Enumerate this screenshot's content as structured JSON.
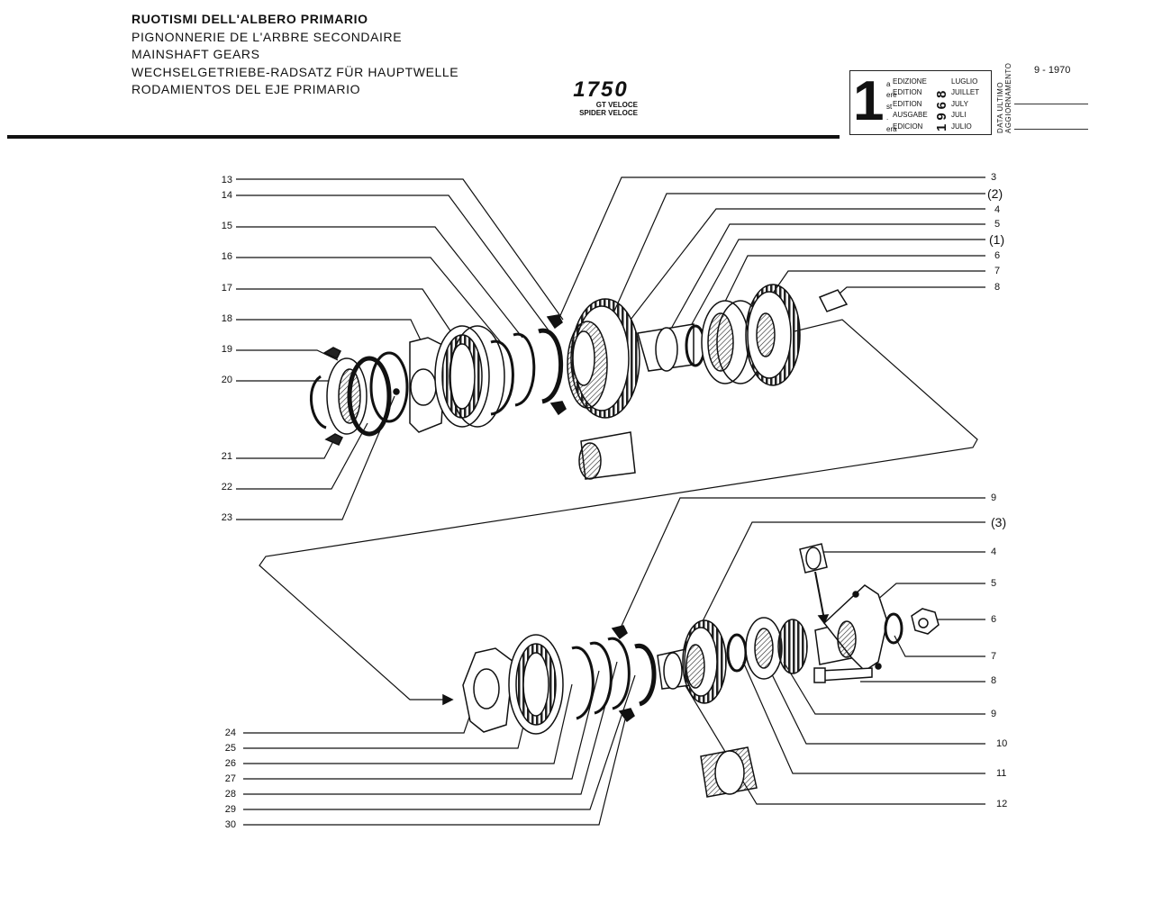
{
  "header": {
    "titles": [
      "RUOTISMI DELL'ALBERO  PRIMARIO",
      "PIGNONNERIE DE L'ARBRE SECONDAIRE",
      "MAINSHAFT GEARS",
      "WECHSELGETRIEBE-RADSATZ FÜR HAUPTWELLE",
      "RODAMIENTOS DEL EJE PRIMARIO"
    ],
    "model": "1750",
    "model_variants": [
      "GT VELOCE",
      "SPIDER VELOCE"
    ]
  },
  "edition_box": {
    "big_number": "1",
    "suffixes": [
      "a",
      "ere",
      "st",
      ".",
      "era"
    ],
    "words": [
      "EDIZIONE",
      "EDITION",
      "EDITION",
      "AUSGABE",
      "EDICION"
    ],
    "year": "1968",
    "months": [
      "LUGLIO",
      "JUILLET",
      "JULY",
      "JULI",
      "JULIO"
    ],
    "last_update_label": [
      "DATA ULTIMO",
      "AGGIORNAMENTO"
    ],
    "last_update_date": "9 - 1970"
  },
  "upper_left_callouts": [
    "13",
    "14",
    "15",
    "16",
    "17",
    "18",
    "19",
    "20",
    "21",
    "22",
    "23"
  ],
  "upper_right_callouts": [
    "3",
    "(2)",
    "4",
    "5",
    "(1)",
    "6",
    "7",
    "8"
  ],
  "lower_left_callouts": [
    "24",
    "25",
    "26",
    "27",
    "28",
    "29",
    "30"
  ],
  "lower_right_callouts": [
    "9",
    "(3)",
    "4",
    "5",
    "6",
    "7",
    "8",
    "9",
    "10",
    "11",
    "12"
  ],
  "colors": {
    "ink": "#111111",
    "paper": "#ffffff"
  }
}
